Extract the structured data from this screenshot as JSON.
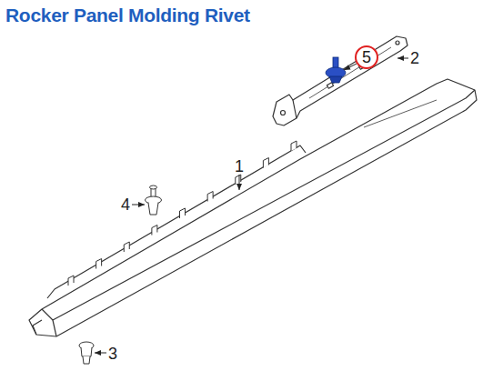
{
  "diagram": {
    "title": "Rocker Panel Molding Rivet",
    "nodes": [
      {
        "text": [
          "5"
        ]
      }
    ],
    "labels": [
      "1",
      "2",
      "3",
      "4"
    ]
  }
}
